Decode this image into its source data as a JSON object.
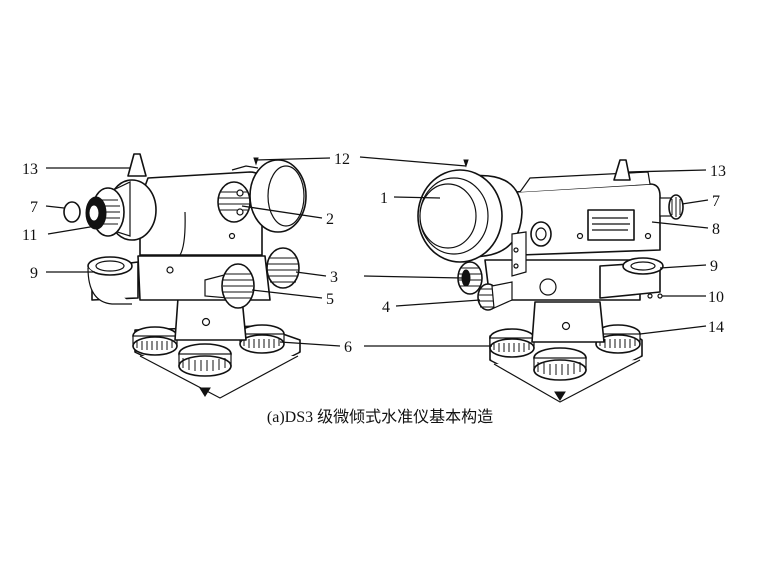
{
  "caption": "(a)DS3 级微倾式水准仪基本构造",
  "left_labels": {
    "l13": "13",
    "l7": "7",
    "l11": "11",
    "l9": "9",
    "l12": "12",
    "l2": "2",
    "l3": "3",
    "l5": "5",
    "l6": "6"
  },
  "right_labels": {
    "l1": "1",
    "l4": "4",
    "l13": "13",
    "l7": "7",
    "l8": "8",
    "l9": "9",
    "l10": "10",
    "l14": "14"
  },
  "colors": {
    "ink": "#111111",
    "paper": "#ffffff"
  }
}
